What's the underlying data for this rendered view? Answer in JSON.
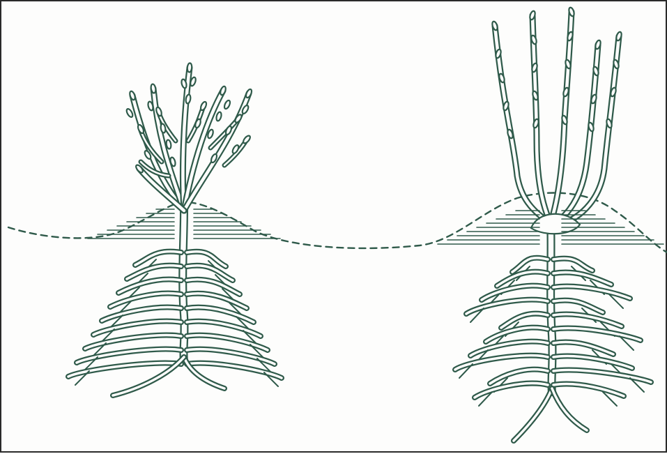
{
  "illustration": {
    "ink_color": "#2f5a4a",
    "paper_color": "#fdfdfc",
    "border_color": "#2a2a2a",
    "left_plant": {
      "kind": "bushy shrub with hilled soil",
      "shoot_count": 6
    },
    "right_plant": {
      "kind": "upright pruned canes with hilled soil",
      "shoot_count": 5
    },
    "soil_line": "dashed"
  }
}
